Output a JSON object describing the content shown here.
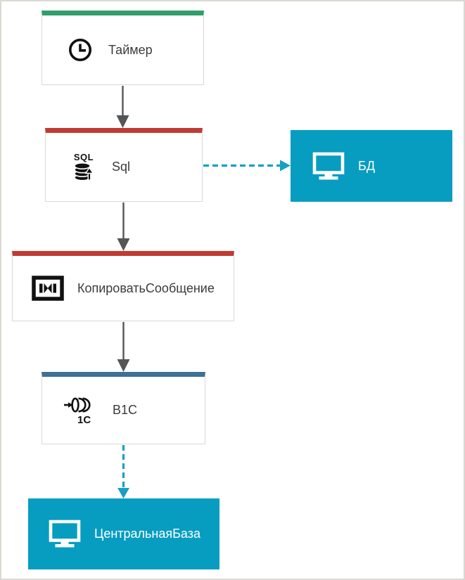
{
  "diagram": {
    "type": "flow",
    "nodes": {
      "timer": {
        "label": "Таймер",
        "icon": "clock-icon",
        "header_color": "#2f9e6a"
      },
      "sql": {
        "label": "Sql",
        "icon": "sql-database-icon",
        "icon_text": "SQL",
        "header_color": "#c13a33"
      },
      "bd": {
        "label": "БД",
        "icon": "monitor-icon",
        "fill_color": "#079dc1"
      },
      "copy": {
        "label": "КопироватьСообщение",
        "icon": "map-transform-icon",
        "header_color": "#c13a33"
      },
      "b1c": {
        "label": "В1С",
        "icon": "adapter-1c-icon",
        "icon_text": "1С",
        "header_color": "#3f7096"
      },
      "central": {
        "label": "ЦентральнаяБаза",
        "icon": "monitor-icon",
        "fill_color": "#079dc1"
      }
    },
    "edges": [
      {
        "from": "timer",
        "to": "sql",
        "style": "solid",
        "color": "#555555"
      },
      {
        "from": "sql",
        "to": "bd",
        "style": "dashed",
        "color": "#18a0c4"
      },
      {
        "from": "sql",
        "to": "copy",
        "style": "solid",
        "color": "#555555"
      },
      {
        "from": "copy",
        "to": "b1c",
        "style": "solid",
        "color": "#555555"
      },
      {
        "from": "b1c",
        "to": "central",
        "style": "dashed",
        "color": "#18a0c4"
      }
    ],
    "colors": {
      "background": "#ffffff",
      "frame_border": "#d9d9d2",
      "box_border": "#d9d9d2",
      "label_text": "#3b3b3b",
      "system_label_text": "#ffffff",
      "solid_arrow": "#555555",
      "dashed_arrow": "#18a0c4",
      "system_fill": "#079dc1"
    }
  }
}
